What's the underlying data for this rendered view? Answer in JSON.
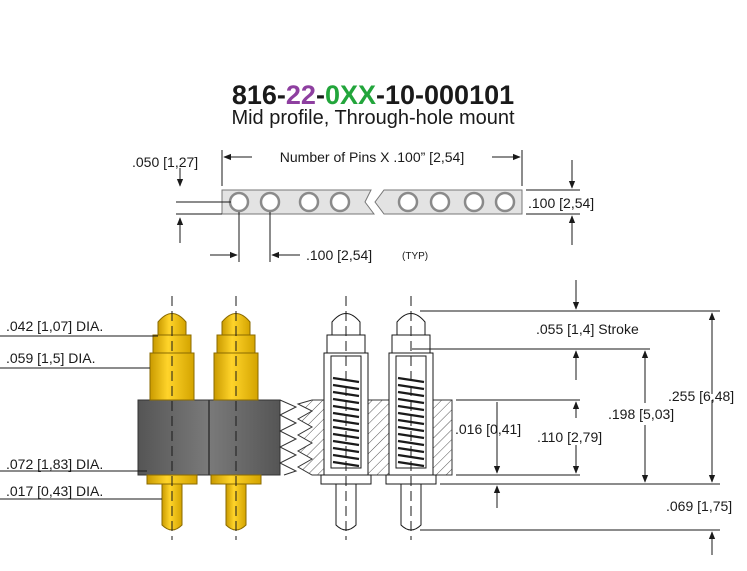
{
  "title": {
    "segments": [
      {
        "text": "816-",
        "color": "#1a1a1a"
      },
      {
        "text": "22",
        "color": "#8e3fa0"
      },
      {
        "text": "-",
        "color": "#1a1a1a"
      },
      {
        "text": "0XX",
        "color": "#22a53b"
      },
      {
        "text": "-10-000101",
        "color": "#1a1a1a"
      }
    ],
    "subtitle": "Mid profile, Through-hole mount"
  },
  "top_view": {
    "edge_offset": ".050 [1,27]",
    "length": "Number of Pins X .100” [2,54]",
    "width": ".100 [2,54]",
    "pitch": ".100 [2,54]",
    "pitch_note": "(TYP)"
  },
  "side_view": {
    "tip_dia": ".042 [1,07] DIA.",
    "plunger_dia": ".059 [1,5] DIA.",
    "barrel_dia": ".072 [1,83] DIA.",
    "tail_dia": ".017 [0,43] DIA.",
    "stroke": ".055 [1,4] Stroke",
    "total_height": ".255 [6,48]",
    "above_board": ".198 [5,03]",
    "insulator": ".110 [2,79]",
    "collar": ".016 [0,41]",
    "tail_length": ".069 [1,75]"
  },
  "colors": {
    "gold": "#f2c200",
    "gold_dark": "#b8900a",
    "insulator": "#6e6e6e",
    "insulator_dark": "#4a4a4a",
    "line": "#1a1a1a"
  }
}
